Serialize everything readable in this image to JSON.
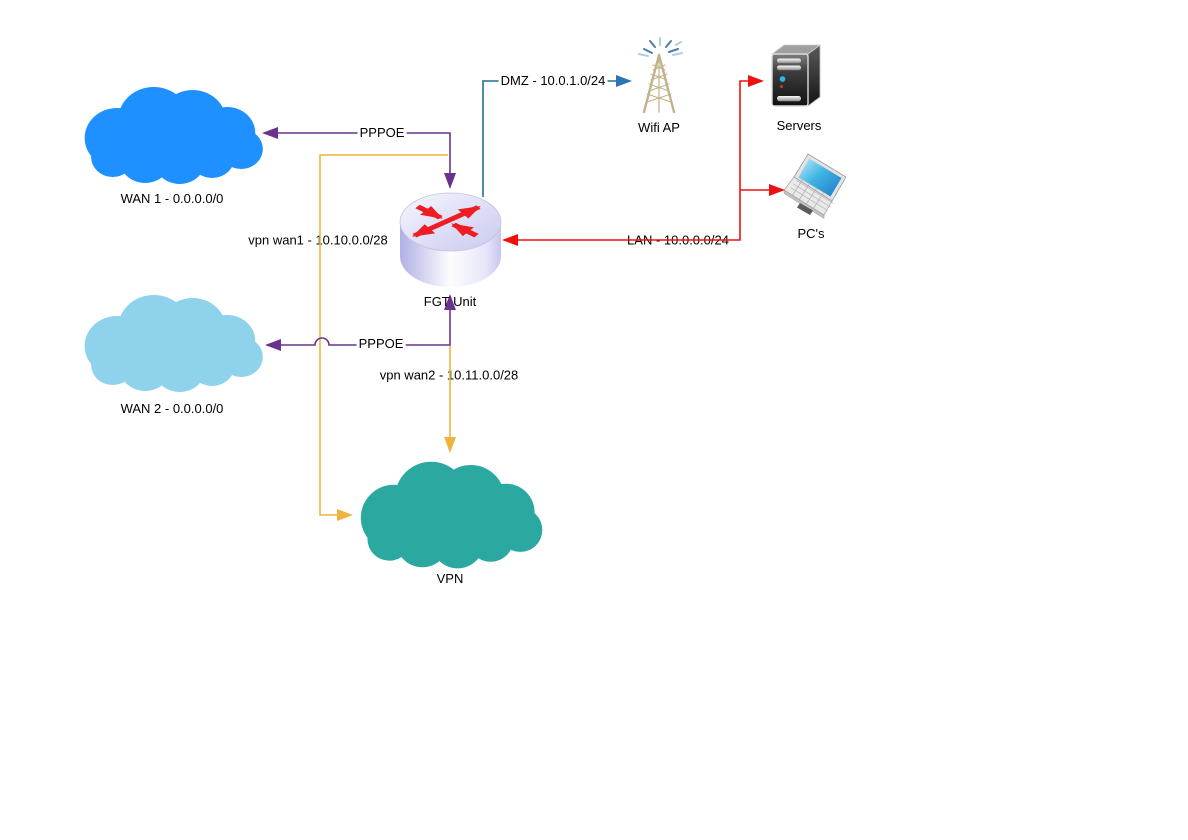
{
  "nodes": {
    "wan1": {
      "label": "WAN 1 - 0.0.0.0/0",
      "icon": "cloud-icon",
      "color": "#1e90ff"
    },
    "wan2": {
      "label": "WAN 2 - 0.0.0.0/0",
      "icon": "cloud-icon",
      "color": "#8fd2ec"
    },
    "vpn": {
      "label": "VPN",
      "icon": "cloud-icon",
      "color": "#2ba9a0"
    },
    "fgt": {
      "label": "FGT Unit",
      "icon": "router-icon",
      "arrow_color": "#ee1d23"
    },
    "wifi_ap": {
      "label": "Wifi AP",
      "icon": "antenna-icon",
      "tower_color": "#c0b28a",
      "wave_color_dark": "#4d7ea3",
      "wave_color_light": "#a9cfe3"
    },
    "servers": {
      "label": "Servers",
      "icon": "server-tower-icon",
      "led_blue": "#35b6ea",
      "led_red": "#c0392b"
    },
    "pcs": {
      "label": "PC's",
      "icon": "laptop-icon"
    }
  },
  "links": {
    "pppoe_wan1": {
      "label": "PPPOE",
      "color": "#68328e"
    },
    "pppoe_wan2": {
      "label": "PPPOE",
      "color": "#68328e"
    },
    "dmz": {
      "label": "DMZ - 10.0.1.0/24",
      "color": "#20718c",
      "arrow_color": "#2e75b6"
    },
    "lan": {
      "label": "LAN - 10.0.0.0/24",
      "color": "#ee1111"
    },
    "vpn_wan1": {
      "label": "vpn wan1 - 10.10.0.0/28",
      "color": "#efb43e"
    },
    "vpn_wan2": {
      "label": "vpn wan2 - 10.11.0.0/28",
      "color": "#efb43e"
    }
  }
}
